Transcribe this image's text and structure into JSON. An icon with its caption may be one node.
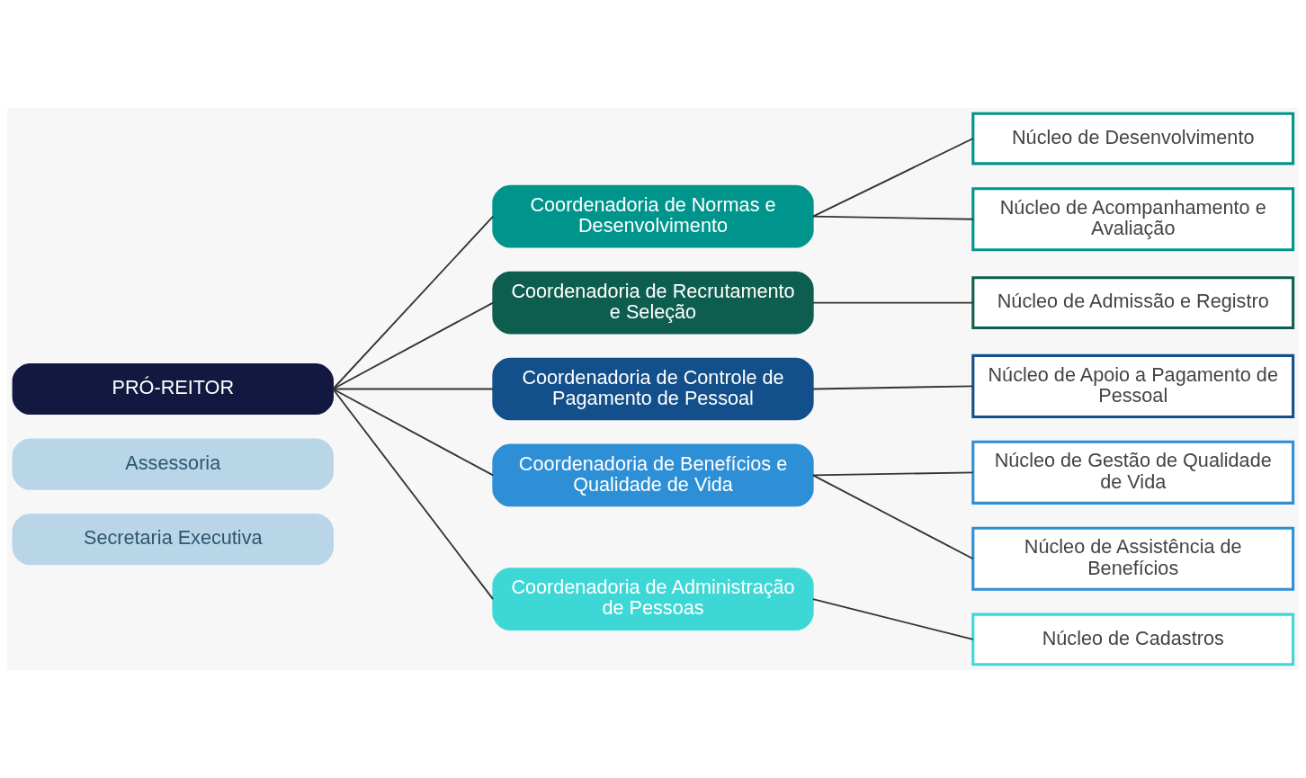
{
  "diagram": {
    "nodes": [
      {
        "text": [
          "PRÓ-REITOR"
        ]
      },
      {
        "text": [
          "Assessoria"
        ]
      },
      {
        "text": [
          "Secretaria Executiva"
        ]
      },
      {
        "text": [
          "Coordenadoria de Normas e Desenvolvimento"
        ]
      },
      {
        "text": [
          "Coordenadoria de Recrutamento e Seleção"
        ]
      },
      {
        "text": [
          "Coordenadoria de Controle de Pagamento de Pessoal"
        ]
      },
      {
        "text": [
          "Coordenadoria de Benefícios e Qualidade de Vida"
        ]
      },
      {
        "text": [
          "Coordenadoria de Administração de Pessoas"
        ]
      },
      {
        "text": [
          "Núcleo de Desenvolvimento"
        ]
      },
      {
        "text": [
          "Núcleo de Acompanhamento e Avaliação"
        ]
      },
      {
        "text": [
          "Núcleo de Admissão e Registro"
        ]
      },
      {
        "text": [
          "Núcleo de Apoio a Pagamento de Pessoal"
        ]
      },
      {
        "text": [
          "Núcleo de Gestão de Qualidade de Vida"
        ]
      },
      {
        "text": [
          "Núcleo de Assistência de Benefícios"
        ]
      },
      {
        "text": [
          "Núcleo de Cadastros"
        ]
      }
    ],
    "edges": [
      {
        "from": 0,
        "to": 3,
        "arrow": "none"
      },
      {
        "from": 0,
        "to": 4,
        "arrow": "none"
      },
      {
        "from": 0,
        "to": 5,
        "arrow": "none"
      },
      {
        "from": 0,
        "to": 6,
        "arrow": "none"
      },
      {
        "from": 0,
        "to": 7,
        "arrow": "none"
      },
      {
        "from": 3,
        "to": 8,
        "arrow": "none"
      },
      {
        "from": 3,
        "to": 9,
        "arrow": "none"
      },
      {
        "from": 4,
        "to": 10,
        "arrow": "none"
      },
      {
        "from": 5,
        "to": 11,
        "arrow": "none"
      },
      {
        "from": 6,
        "to": 12,
        "arrow": "none"
      },
      {
        "from": 6,
        "to": 13,
        "arrow": "none"
      },
      {
        "from": 7,
        "to": 14,
        "arrow": "none"
      }
    ]
  }
}
